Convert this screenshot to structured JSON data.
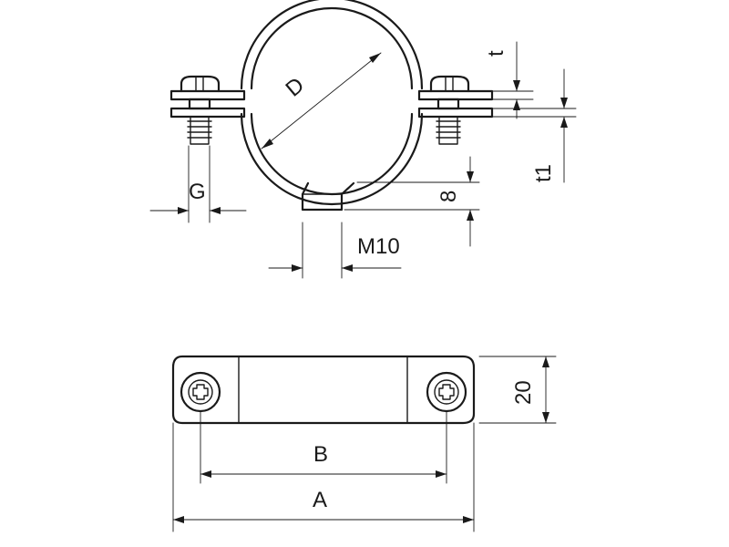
{
  "labels": {
    "D": "D",
    "t": "t",
    "t1": "t1",
    "G": "G",
    "h8": "8",
    "m10": "M10",
    "w20": "20",
    "B": "B",
    "A": "A"
  }
}
